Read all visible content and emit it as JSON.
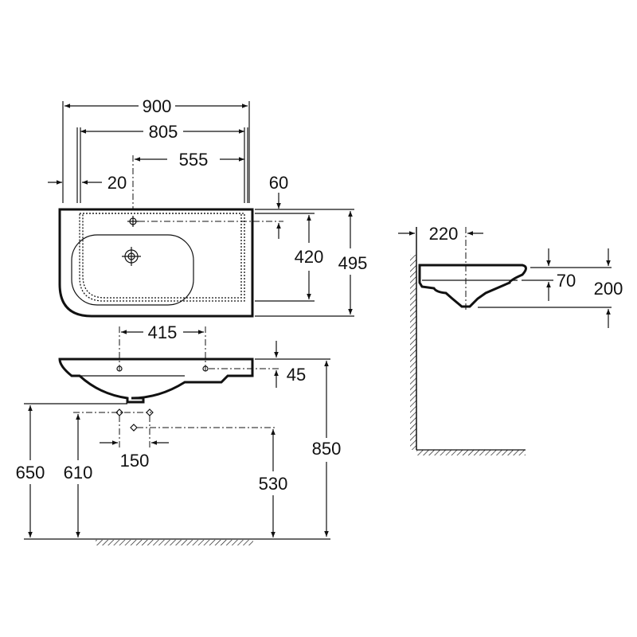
{
  "drawing": {
    "top_view": {
      "overall_width": "900",
      "inner_width": "805",
      "tap_to_edge": "555",
      "rim_offset": "20",
      "tap_from_back": "60",
      "inner_depth": "420",
      "overall_depth": "495"
    },
    "front_view": {
      "fixing_holes_spacing": "415",
      "fixing_height": "45",
      "mounting_height": "850",
      "waste_height_outer": "650",
      "waste_height_inner": "610",
      "waste_spacing": "150",
      "trap_height": "530"
    },
    "side_view": {
      "wall_to_drain": "220",
      "bowl_depth": "70",
      "total_height": "200"
    }
  }
}
